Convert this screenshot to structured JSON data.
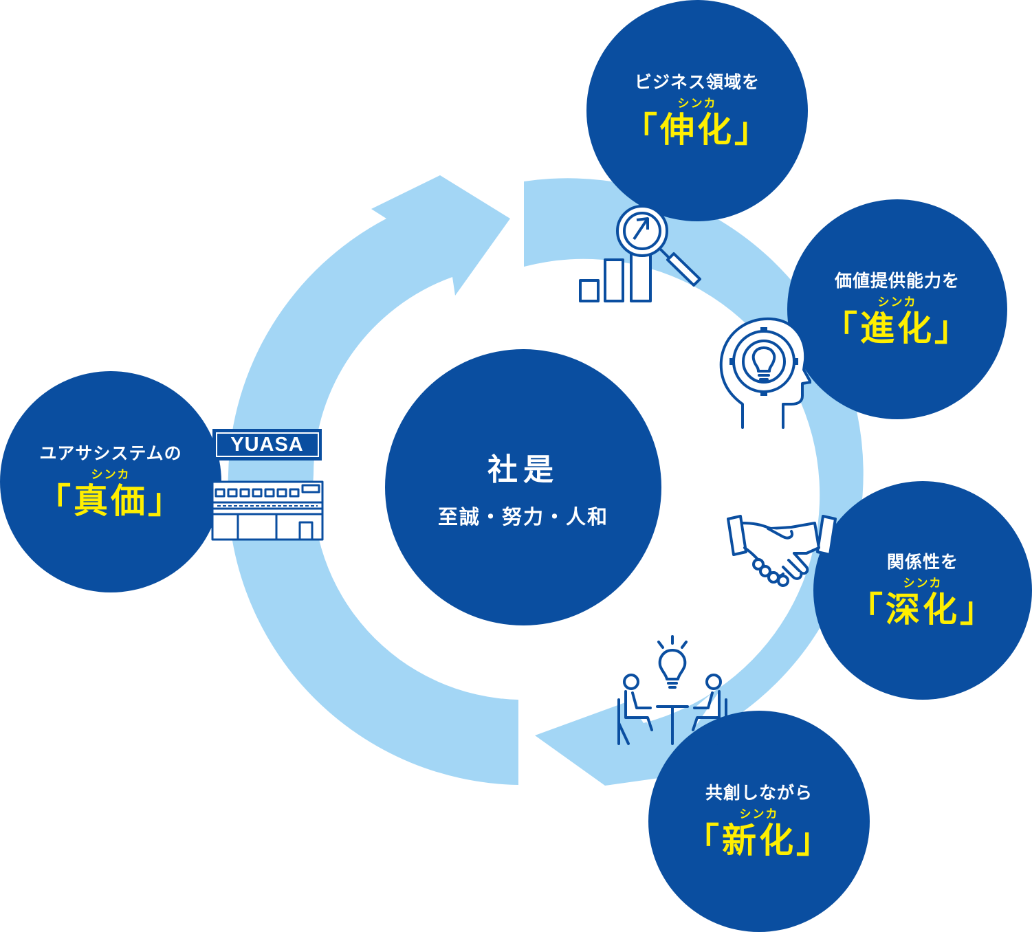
{
  "colors": {
    "navy": "#0a4ea0",
    "ring": "#a3d6f5",
    "accent_yellow": "#ffef00",
    "icon_stroke": "#0a4ea0"
  },
  "center": {
    "title": "社是",
    "subtitle": "至誠・努力・人和"
  },
  "logo": {
    "text": "YUASA"
  },
  "nodes": [
    {
      "id": "business",
      "lead": "ビジネス領域を",
      "ruby": "シンカ",
      "key": "「伸化」",
      "icon": "chart-magnifier-icon"
    },
    {
      "id": "value",
      "lead": "価値提供能力を",
      "ruby": "シンカ",
      "key": "「進化」",
      "icon": "head-gear-bulb-icon"
    },
    {
      "id": "relation",
      "lead": "関係性を",
      "ruby": "シンカ",
      "key": "「深化」",
      "icon": "handshake-icon"
    },
    {
      "id": "cocreate",
      "lead": "共創しながら",
      "ruby": "シンカ",
      "key": "「新化」",
      "icon": "meeting-idea-icon"
    },
    {
      "id": "true-value",
      "lead": "ユアサシステムの",
      "ruby": "シンカ",
      "key": "「真価」",
      "icon": "building-icon"
    }
  ]
}
